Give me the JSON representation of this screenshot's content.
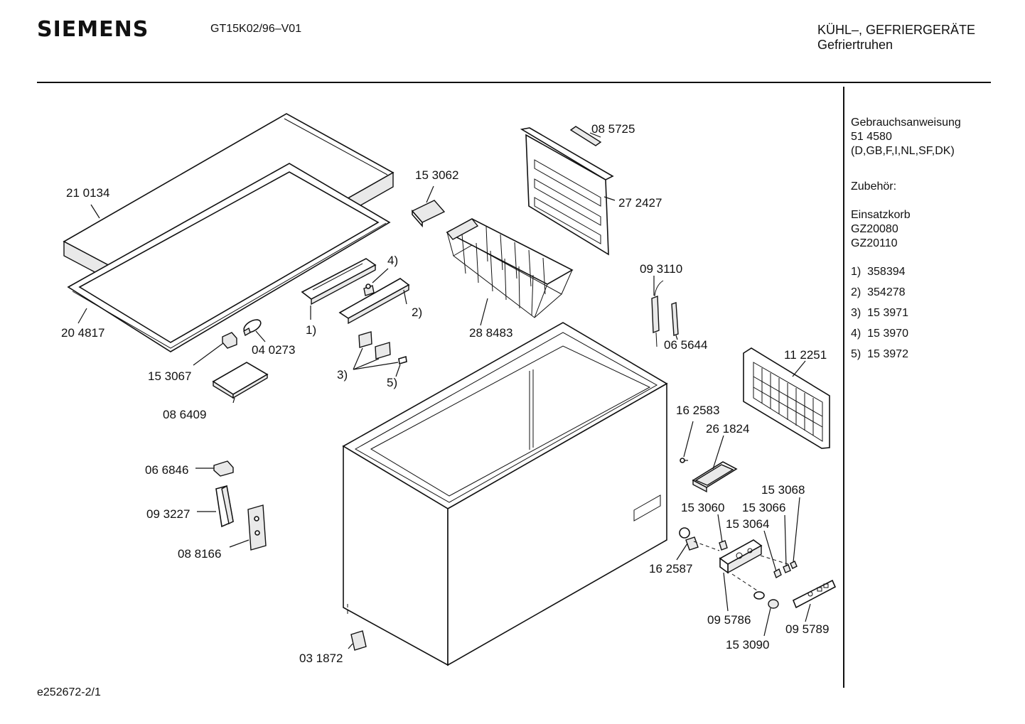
{
  "header": {
    "brand": "SIEMENS",
    "model": "GT15K02/96–V01",
    "category_line1": "KÜHL–, GEFRIERGERÄTE",
    "category_line2": "Gefriertruhen"
  },
  "sidebar": {
    "manual_title": "Gebrauchsanweisung",
    "manual_number": "51 4580",
    "manual_languages": "(D,GB,F,I,NL,SF,DK)",
    "accessories_title": "Zubehör:",
    "basket_title": "Einsatzkorb",
    "basket_models": [
      "GZ20080",
      "GZ20110"
    ],
    "numbered_parts": [
      {
        "key": "1)",
        "value": "358394"
      },
      {
        "key": "2)",
        "value": "354278"
      },
      {
        "key": "3)",
        "value": "15 3971"
      },
      {
        "key": "4)",
        "value": "15 3970"
      },
      {
        "key": "5)",
        "value": "15 3972"
      }
    ]
  },
  "footer": {
    "doc_ref": "e252672-2/1"
  },
  "parts": {
    "lid": "21 0134",
    "lid_gasket": "20 4817",
    "lamp_holder": "15 3067",
    "lamp": "04 0273",
    "tray": "08 6409",
    "handle_left": "1)",
    "handle_right": "2)",
    "clip_4": "4)",
    "clips_3": "3)",
    "clip_5": "5)",
    "basket_handle": "15 3062",
    "basket": "28 8483",
    "condenser_top": "08 5725",
    "condenser": "27 2427",
    "thermostat": "09 3110",
    "capillary": "06 5644",
    "grille": "11 2251",
    "screw": "16 2583",
    "handle_recess": "26 1824",
    "hinge_cover": "06 6846",
    "hinge_plate": "09 3227",
    "hinge": "08 8166",
    "foot": "03 1872",
    "lamp_socket": "16 2587",
    "switch": "15 3060",
    "knob_a": "15 3066",
    "knob_b": "15 3068",
    "light": "15 3064",
    "control_panel": "09 5786",
    "indicator_cover": "09 5789",
    "rotary_knob": "15 3090"
  }
}
